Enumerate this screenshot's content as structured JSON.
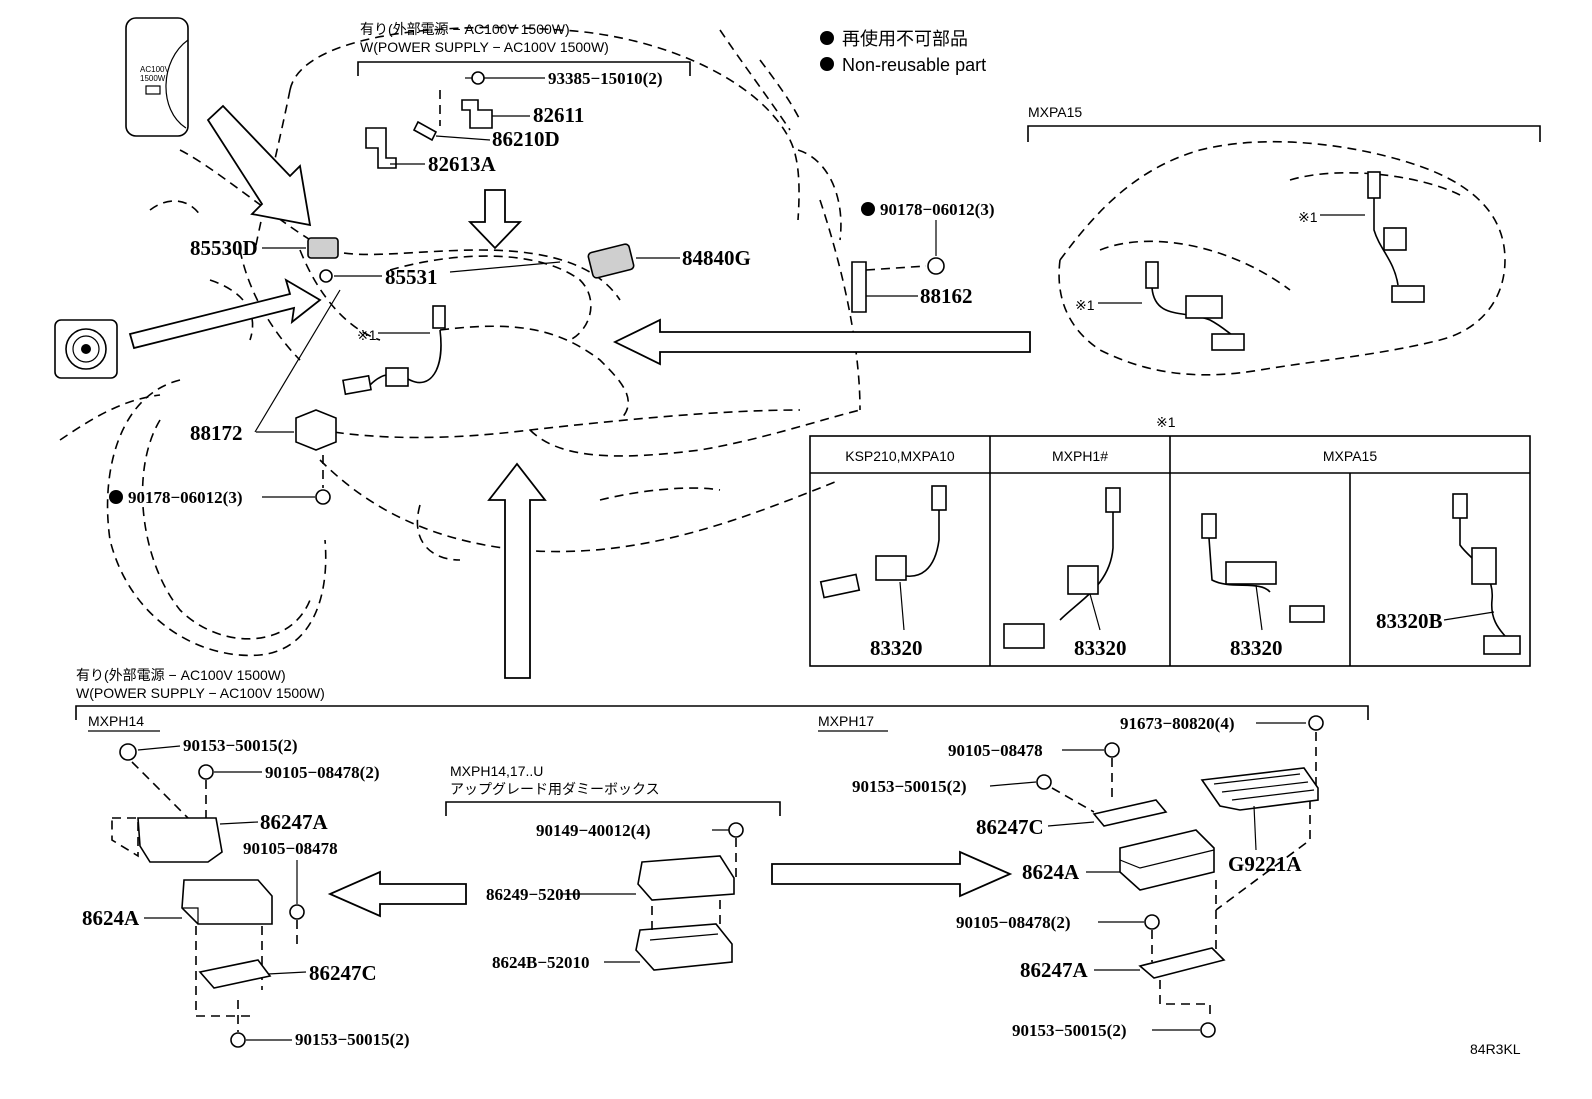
{
  "legend": {
    "items": [
      "再使用不可部品",
      "Non-reusable part"
    ]
  },
  "headers": {
    "top_jp": "有り(外部電源 − AC100V 1500W)",
    "top_en": "W(POWER SUPPLY − AC100V 1500W)",
    "bottom_jp": "有り(外部電源 − AC100V 1500W)",
    "bottom_en": "W(POWER SUPPLY − AC100V 1500W)",
    "mxpa15": "MXPA15",
    "mxph14": "MXPH14",
    "mxph17": "MXPH17",
    "dummy_model": "MXPH14,17..U",
    "dummy_jp": "アップグレード用ダミーボックス"
  },
  "decal": {
    "line1": "AC100V",
    "line2": "1500W"
  },
  "ref_marks": {
    "note": "※1",
    "callout": "※1"
  },
  "parts": {
    "p93385": "93385−15010(2)",
    "p82611": "82611",
    "p86210D": "86210D",
    "p82613A": "82613A",
    "p85530D": "85530D",
    "p85531": "85531",
    "p84840G": "84840G",
    "p90178_a": "90178−06012(3)",
    "p88162": "88162",
    "p88172": "88172",
    "p90178_b": "90178−06012(3)",
    "l_90153_a": "90153−50015(2)",
    "l_90105_a": "90105−08478(2)",
    "l_86247A": "86247A",
    "l_90105_b": "90105−08478",
    "l_8624A": "8624A",
    "l_86247C": "86247C",
    "l_90153_b": "90153−50015(2)",
    "m_90149": "90149−40012(4)",
    "m_86249": "86249−52010",
    "m_8624B": "8624B−52010",
    "r_91673": "91673−80820(4)",
    "r_90105_a": "90105−08478",
    "r_90153_a": "90153−50015(2)",
    "r_86247C": "86247C",
    "r_8624A": "8624A",
    "r_G9221A": "G9221A",
    "r_90105_b": "90105−08478(2)",
    "r_86247A": "86247A",
    "r_90153_b": "90153−50015(2)"
  },
  "table": {
    "title": "※1",
    "columns": [
      "KSP210,MXPA10",
      "MXPH1#",
      "MXPA15"
    ],
    "cells": [
      "83320",
      "83320",
      "83320",
      "83320B"
    ]
  },
  "figure_code": "84R3KL"
}
